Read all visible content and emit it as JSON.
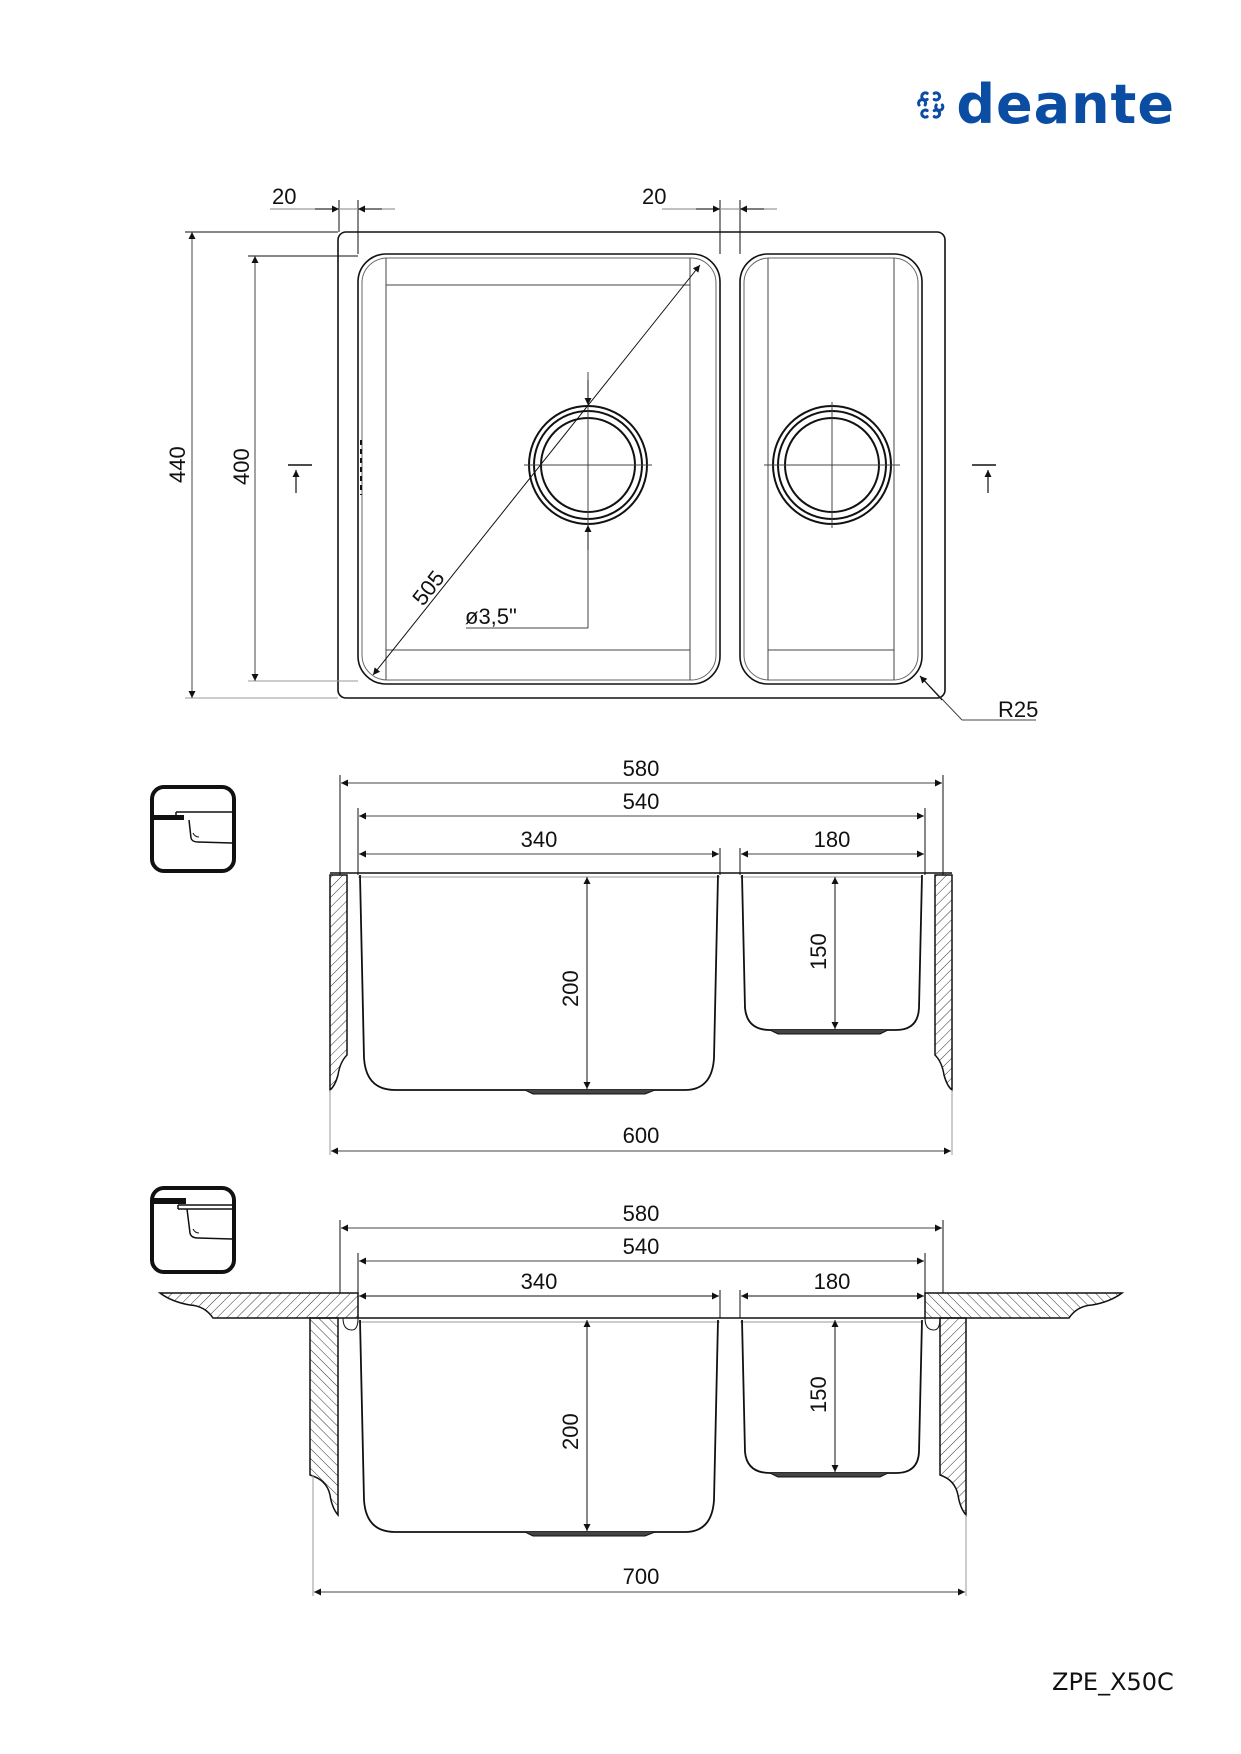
{
  "brand": {
    "name": "deante",
    "color": "#0A4DA2",
    "icon": "deante-swirl-logo-icon"
  },
  "model_code": "ZPE_X50C",
  "top_view": {
    "dims": {
      "left_flange": "20",
      "middle_divider": "20",
      "overall_depth": "440",
      "bowl_depth": "400",
      "diagonal": "505",
      "drain_size": "ø3,5\"",
      "corner_radius": "R25"
    }
  },
  "section_inset": {
    "mount_icon": "inset-mount-icon",
    "dims": {
      "outer_width": "580",
      "inner_width": "540",
      "large_bowl_width": "340",
      "small_bowl_width": "180",
      "large_bowl_depth": "200",
      "small_bowl_depth": "150",
      "cabinet_width": "600"
    }
  },
  "section_undermount": {
    "mount_icon": "undermount-icon",
    "dims": {
      "outer_width": "580",
      "inner_width": "540",
      "large_bowl_width": "340",
      "small_bowl_width": "180",
      "large_bowl_depth": "200",
      "small_bowl_depth": "150",
      "cabinet_width": "700"
    }
  },
  "colors": {
    "line": "#111111",
    "thin_line": "#444444",
    "grey_line": "#9a9a9a"
  }
}
